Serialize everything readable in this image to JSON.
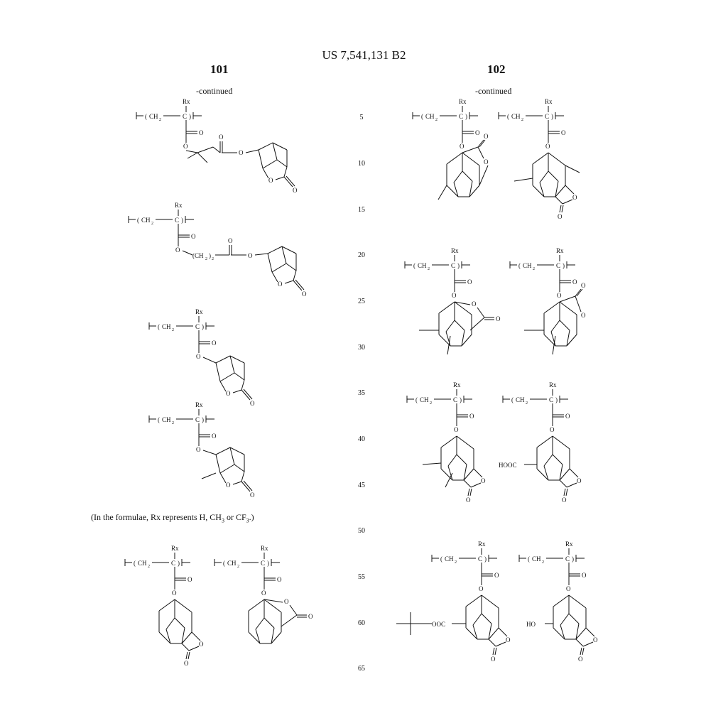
{
  "header": {
    "patent_number": "US 7,541,131 B2",
    "page_left": "101",
    "page_right": "102"
  },
  "columns": {
    "left_continued": "-continued",
    "right_continued": "-continued"
  },
  "line_numbers": [
    "5",
    "10",
    "15",
    "20",
    "25",
    "30",
    "35",
    "40",
    "45",
    "50",
    "55",
    "60",
    "65"
  ],
  "note": {
    "prefix": "(In the formulae, Rx represents H, CH",
    "sub1": "3",
    "middle": " or CF",
    "sub2": "3",
    "suffix": ".)"
  },
  "chem_labels": {
    "rx": "Rx",
    "ch2": "CH",
    "two": "2",
    "c": "C",
    "o": "O",
    "ch2_2": "(CH",
    "ch2_2_close": ")",
    "hooc": "HOOC",
    "ooc": "OOC",
    "ho": "HO"
  }
}
